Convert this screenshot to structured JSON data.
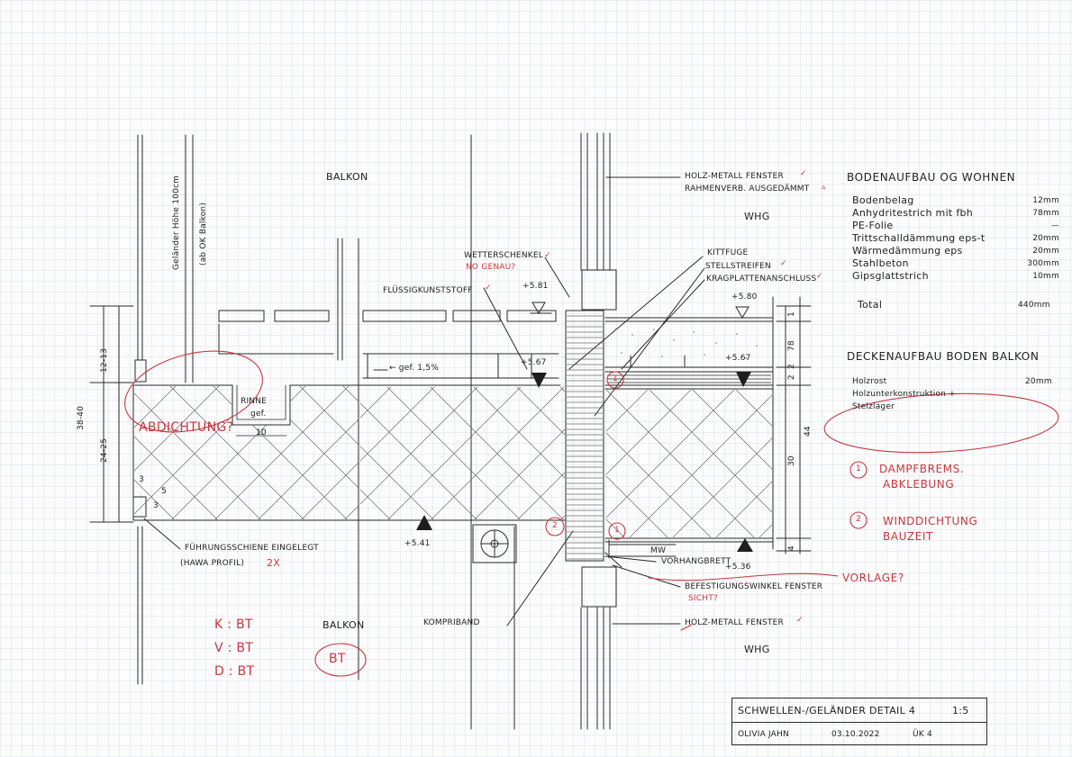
{
  "colors": {
    "ink": "#2a2a2a",
    "red": "#c8373d",
    "grid": "#b4c2d6",
    "paper": "#fcfcfc"
  },
  "labels": {
    "balkon_top": "BALKON",
    "balkon_bottom": "BALKON",
    "whg_top": "WHG",
    "whg_bottom": "WHG",
    "fenster_top": "HOLZ-METALL FENSTER",
    "rahmen": "RAHMENVERB. AUSGEDÄMMT",
    "fenster_bottom": "HOLZ-METALL FENSTER",
    "wetterschenkel": "WETTERSCHENKEL",
    "fluessigkunststoff": "FLÜSSIGKUNSTSTOFF",
    "kittfuge": "KITTFUGE",
    "stellstreifen": "STELLSTREIFEN",
    "kragplatten": "KRAGPLATTENANSCHLUSS",
    "rinne": "RINNE",
    "gef": "gef.",
    "gef_slope": "← gef. 1,5%",
    "fuehrungsschiene": "FÜHRUNGSSCHIENE EINGELEGT",
    "hawa": "(HAWA PROFIL)",
    "vorhangbrett": "VORHANGBRETT",
    "befestigung": "BEFESTIGUNGSWINKEL FENSTER",
    "kompriband": "KOMPRIBAND",
    "gelaender_hoehe": "Geländer Höhe 100cm",
    "ab_balkon": "(ab OK Balkon)",
    "mw": "MW"
  },
  "levels": {
    "top_left": "+5.81",
    "top_right": "+5.80",
    "mid_left": "+5.67",
    "mid_right": "+5.67",
    "bottom_left": "+5.41",
    "bottom_right": "+5.36"
  },
  "dimensions": {
    "left_total": "38-40",
    "left_upper": "12-13",
    "left_lower": "24-25",
    "right_total": "44",
    "right_30": "30",
    "right_78": "78",
    "right_2a": "2",
    "right_2b": "2",
    "right_1": "1",
    "right_4": "4",
    "rinne_10": "10",
    "small_3a": "3",
    "small_3b": "3",
    "small_5": "5",
    "circle_1": "1",
    "circle_2": "2"
  },
  "boden_og": {
    "title": "BODENAUFBAU OG WOHNEN",
    "layers": [
      {
        "name": "Bodenbelag",
        "value": "12mm"
      },
      {
        "name": "Anhydritestrich mit fbh",
        "value": "78mm"
      },
      {
        "name": "PE-Folie",
        "value": "—"
      },
      {
        "name": "Trittschalldämmung eps-t",
        "value": "20mm"
      },
      {
        "name": "Wärmedämmung eps",
        "value": "20mm"
      },
      {
        "name": "Stahlbeton",
        "value": "300mm"
      },
      {
        "name": "Gipsglattstrich",
        "value": "10mm"
      }
    ],
    "total_label": "Total",
    "total_value": "440mm"
  },
  "decke_balkon": {
    "title": "DECKENAUFBAU BODEN BALKON",
    "layers": [
      {
        "name": "Holzrost",
        "value": "20mm"
      },
      {
        "name": "Holzunterkonstruktion +",
        "value": ""
      },
      {
        "name": "Stelzlager",
        "value": ""
      }
    ]
  },
  "annotations": {
    "no_genau": "NO GENAU?",
    "abdichtung": "ABDICHTUNG?",
    "note_1_num": "1",
    "note_1_line1": "DAMPFBREMS.",
    "note_1_line2": "ABKLEBUNG",
    "note_2_num": "2",
    "note_2_line1": "WINDDICHTUNG",
    "note_2_line2": "BAUZEIT",
    "vorlage": "VORLAGE?",
    "sicht": "SICHT?",
    "zx": "2X",
    "k": "K : BT",
    "vv": "V : BT",
    "d": "D : BT",
    "bt": "BT",
    "checks": {
      "fenster": "✓",
      "rahmen": "▵",
      "wetterschenkel": "✓",
      "fluessig": "✓",
      "stellstreifen": "✓",
      "kragplatten": "✓",
      "fenster_bottom": "✓"
    }
  },
  "titleblock": {
    "title": "SCHWELLEN-/GELÄNDER DETAIL 4",
    "scale": "1:5",
    "author": "OLIVIA JAHN",
    "date": "03.10.2022",
    "exercise": "ÜK 4"
  }
}
